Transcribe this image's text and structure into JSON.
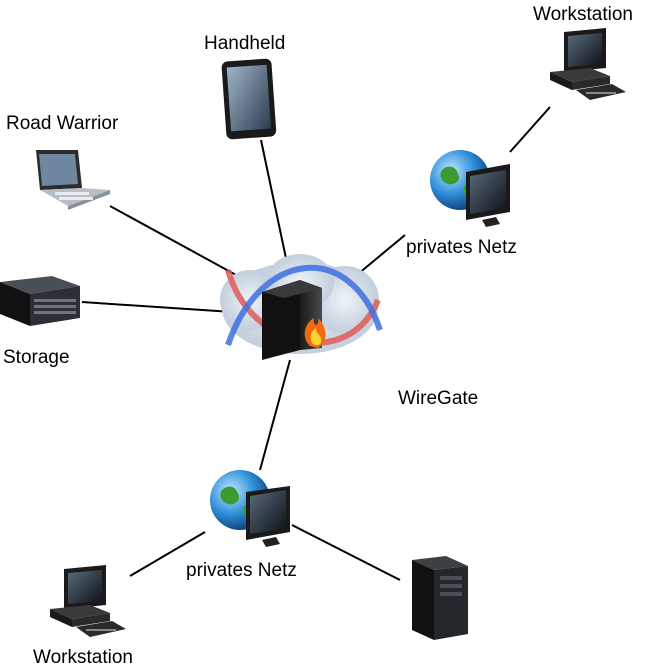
{
  "diagram": {
    "labels": {
      "handheld": "Handheld",
      "road_warrior": "Road Warrior",
      "storage": "Storage",
      "wiregate": "WireGate",
      "workstation_top": "Workstation",
      "private_net_top": "privates Netz",
      "private_net_bottom": "privates Netz",
      "workstation_bottom": "Workstation"
    },
    "icons": {
      "firewall": "firewall-server-icon",
      "handheld": "tablet-icon",
      "laptop": "laptop-icon",
      "storage": "storage-server-icon",
      "workstation": "workstation-icon",
      "network": "globe-monitor-icon",
      "tower": "tower-server-icon"
    }
  }
}
